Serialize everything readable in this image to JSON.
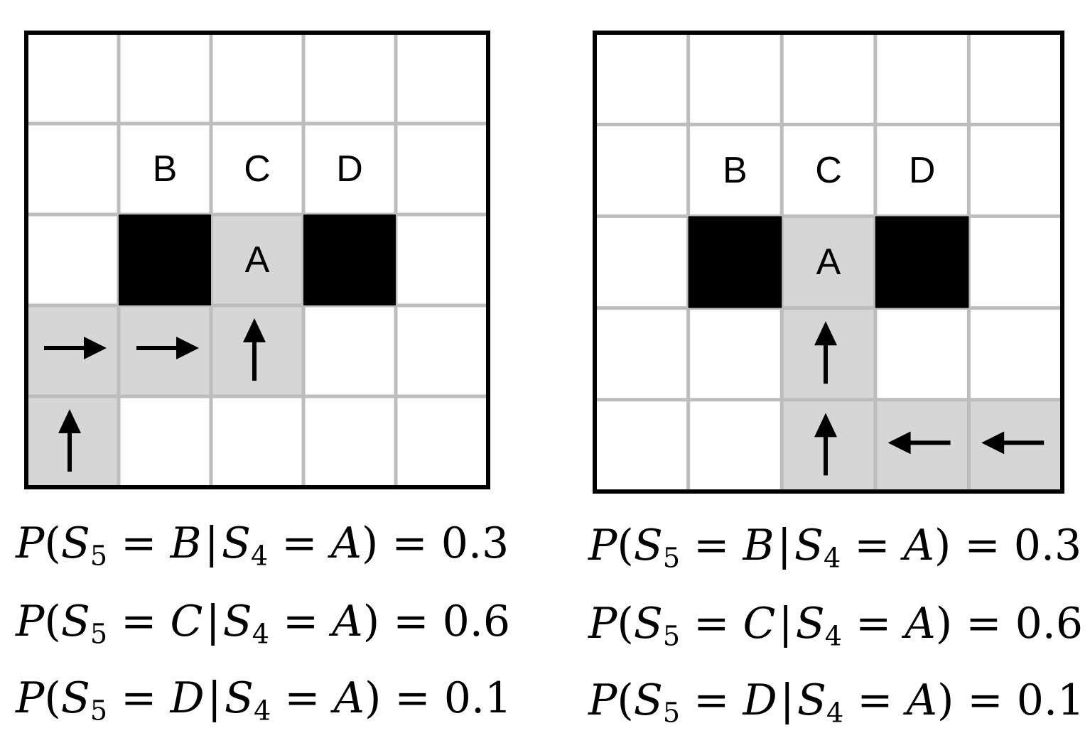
{
  "colors": {
    "path": "#d6d6d6",
    "wall": "#000000",
    "grid": "#bdbdbd",
    "border": "#000000",
    "empty": "#ffffff"
  },
  "grids": [
    {
      "name": "left-grid",
      "rows": 5,
      "cols": 5,
      "cells": [
        {
          "r": 1,
          "c": 1,
          "label": "B"
        },
        {
          "r": 1,
          "c": 2,
          "label": "C"
        },
        {
          "r": 1,
          "c": 3,
          "label": "D"
        },
        {
          "r": 2,
          "c": 1,
          "type": "wall"
        },
        {
          "r": 2,
          "c": 2,
          "type": "path",
          "label": "A"
        },
        {
          "r": 2,
          "c": 3,
          "type": "wall"
        },
        {
          "r": 3,
          "c": 0,
          "type": "path",
          "arrow": "right"
        },
        {
          "r": 3,
          "c": 1,
          "type": "path",
          "arrow": "right"
        },
        {
          "r": 3,
          "c": 2,
          "type": "path",
          "arrow": "up"
        },
        {
          "r": 4,
          "c": 0,
          "type": "path",
          "arrow": "up"
        }
      ]
    },
    {
      "name": "right-grid",
      "rows": 5,
      "cols": 5,
      "cells": [
        {
          "r": 1,
          "c": 1,
          "label": "B"
        },
        {
          "r": 1,
          "c": 2,
          "label": "C"
        },
        {
          "r": 1,
          "c": 3,
          "label": "D"
        },
        {
          "r": 2,
          "c": 1,
          "type": "wall"
        },
        {
          "r": 2,
          "c": 2,
          "type": "path",
          "label": "A"
        },
        {
          "r": 2,
          "c": 3,
          "type": "wall"
        },
        {
          "r": 3,
          "c": 2,
          "type": "path",
          "arrow": "up"
        },
        {
          "r": 4,
          "c": 2,
          "type": "path",
          "arrow": "up"
        },
        {
          "r": 4,
          "c": 3,
          "type": "path",
          "arrow": "left"
        },
        {
          "r": 4,
          "c": 4,
          "type": "path",
          "arrow": "left"
        }
      ]
    }
  ],
  "equations": {
    "left": [
      {
        "p": "P",
        "s5": "S",
        "sub5": "5",
        "eq1": "=",
        "target": "B",
        "bar": "|",
        "s4": "S",
        "sub4": "4",
        "eq2": "=",
        "given": "A",
        "eq3": "=",
        "value": "0.3"
      },
      {
        "p": "P",
        "s5": "S",
        "sub5": "5",
        "eq1": "=",
        "target": "C",
        "bar": "|",
        "s4": "S",
        "sub4": "4",
        "eq2": "=",
        "given": "A",
        "eq3": "=",
        "value": "0.6"
      },
      {
        "p": "P",
        "s5": "S",
        "sub5": "5",
        "eq1": "=",
        "target": "D",
        "bar": "|",
        "s4": "S",
        "sub4": "4",
        "eq2": "=",
        "given": "A",
        "eq3": "=",
        "value": "0.1"
      }
    ],
    "right": [
      {
        "p": "P",
        "s5": "S",
        "sub5": "5",
        "eq1": "=",
        "target": "B",
        "bar": "|",
        "s4": "S",
        "sub4": "4",
        "eq2": "=",
        "given": "A",
        "eq3": "=",
        "value": "0.3"
      },
      {
        "p": "P",
        "s5": "S",
        "sub5": "5",
        "eq1": "=",
        "target": "C",
        "bar": "|",
        "s4": "S",
        "sub4": "4",
        "eq2": "=",
        "given": "A",
        "eq3": "=",
        "value": "0.6"
      },
      {
        "p": "P",
        "s5": "S",
        "sub5": "5",
        "eq1": "=",
        "target": "D",
        "bar": "|",
        "s4": "S",
        "sub4": "4",
        "eq2": "=",
        "given": "A",
        "eq3": "=",
        "value": "0.1"
      }
    ]
  }
}
